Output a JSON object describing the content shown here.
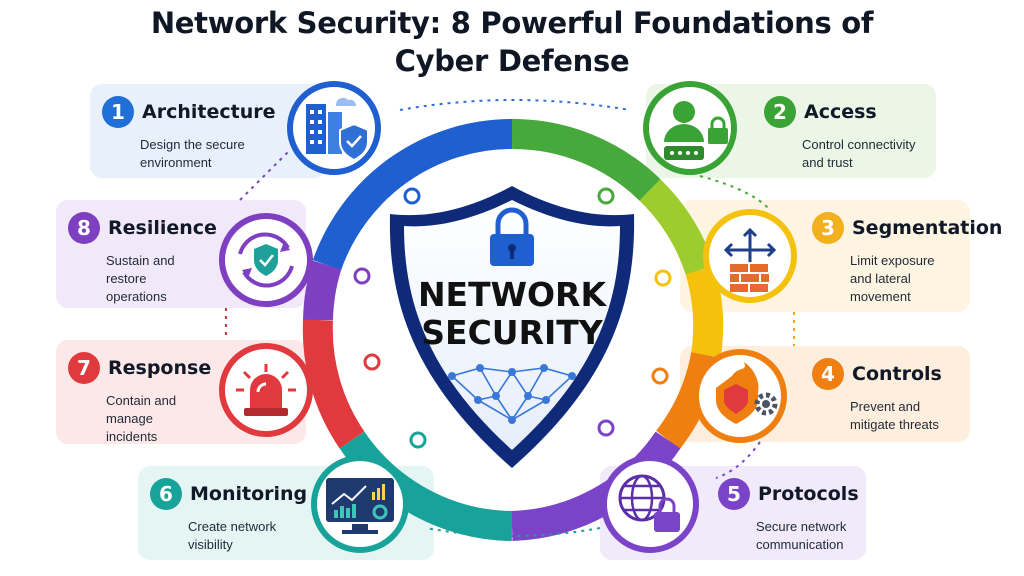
{
  "title_line1": "Network Security: 8 Powerful Foundations of",
  "title_line2": "Cyber Defense",
  "center": {
    "line1": "NETWORK",
    "line2": "SECURITY"
  },
  "foundations": [
    {
      "number": "1",
      "name": "Architecture",
      "description": "Design the secure\nenvironment",
      "color": "#1f6fd6",
      "bg": "#e8f1fb",
      "icon": "buildings-shield-icon"
    },
    {
      "number": "2",
      "name": "Access",
      "description": "Control connectivity\nand trust",
      "color": "#3aa335",
      "bg": "#ebf6e6",
      "icon": "user-lock-icon"
    },
    {
      "number": "3",
      "name": "Segmentation",
      "description": "Limit exposure\nand lateral\nmovement",
      "color": "#f2b01e",
      "bg": "#fdf5e1",
      "icon": "firewall-arrows-icon"
    },
    {
      "number": "4",
      "name": "Controls",
      "description": "Prevent and\nmitigate threats",
      "color": "#f07f12",
      "bg": "#fdeede",
      "icon": "shield-fire-gear-icon"
    },
    {
      "number": "5",
      "name": "Protocols",
      "description": "Secure network\ncommunication",
      "color": "#7b44c8",
      "bg": "#f1eafa",
      "icon": "globe-lock-icon"
    },
    {
      "number": "6",
      "name": "Monitoring",
      "description": "Create network\nvisibility",
      "color": "#18a39a",
      "bg": "#e4f5f3",
      "icon": "monitor-chart-icon"
    },
    {
      "number": "7",
      "name": "Response",
      "description": "Contain and\nmanage\nincidents",
      "color": "#e03a3e",
      "bg": "#fce8e8",
      "icon": "alarm-siren-icon"
    },
    {
      "number": "8",
      "name": "Resilience",
      "description": "Sustain and\nrestore\noperations",
      "color": "#7e3fc1",
      "bg": "#f1e9f9",
      "icon": "shield-cycle-icon"
    }
  ],
  "colors": {
    "blue": "#1f5fd0",
    "green": "#3aa335",
    "yellow": "#f4c20d",
    "orange": "#f07f12",
    "red": "#e03a3e",
    "teal": "#18a39a",
    "purple": "#7b44c8",
    "navy": "#0f2a78"
  }
}
